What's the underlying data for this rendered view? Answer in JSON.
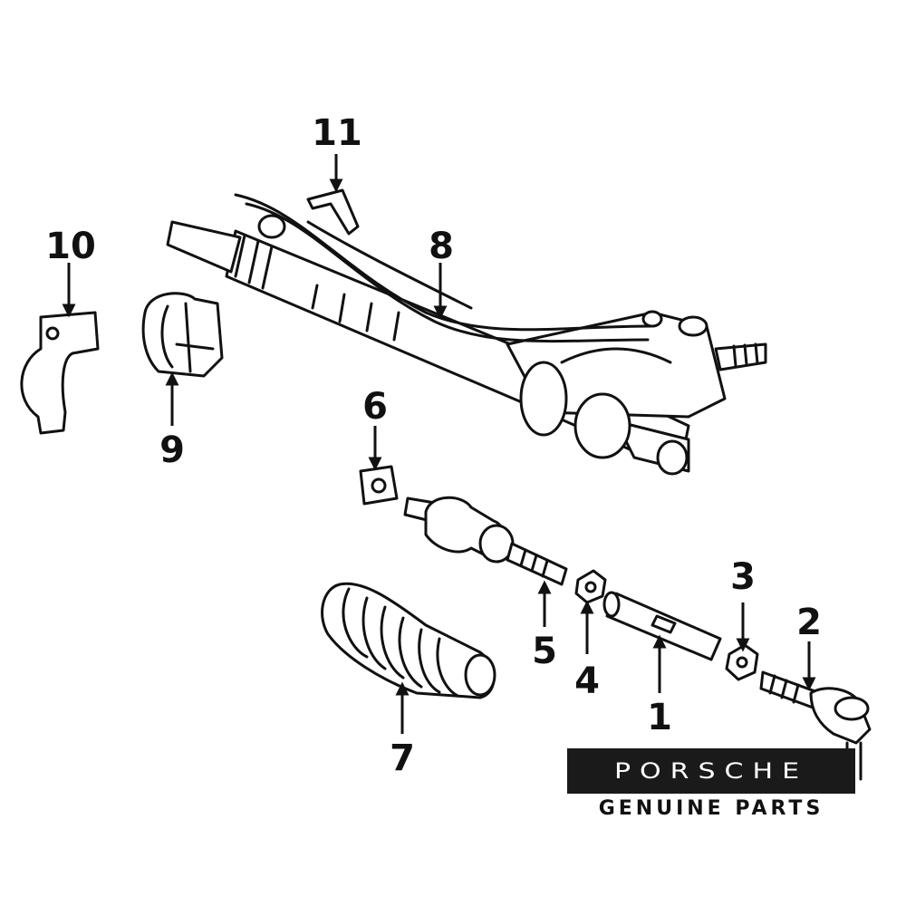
{
  "callouts": [
    {
      "id": "1",
      "label": "1"
    },
    {
      "id": "2",
      "label": "2"
    },
    {
      "id": "3",
      "label": "3"
    },
    {
      "id": "4",
      "label": "4"
    },
    {
      "id": "5",
      "label": "5"
    },
    {
      "id": "6",
      "label": "6"
    },
    {
      "id": "7",
      "label": "7"
    },
    {
      "id": "8",
      "label": "8"
    },
    {
      "id": "9",
      "label": "9"
    },
    {
      "id": "10",
      "label": "10"
    },
    {
      "id": "11",
      "label": "11"
    }
  ],
  "brand": {
    "wordmark": "PORSCHE",
    "tagline": "GENUINE PARTS"
  },
  "colors": {
    "ink": "#111111",
    "brand_box": "#1a1a1a",
    "background": "#ffffff"
  }
}
